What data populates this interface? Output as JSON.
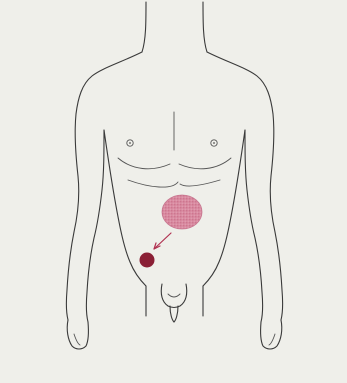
{
  "figure": {
    "subject": "male-torso-anterior-view",
    "page_background": "#efefea",
    "line_color": "#3a3a3a"
  },
  "markers": {
    "primary_lesion": {
      "shape": "round-patch",
      "fill": "#d98aa0",
      "texture": "stippled",
      "region": "periumbilical"
    },
    "secondary_lesion": {
      "shape": "small-dot",
      "fill": "#8a1f35",
      "region": "right-lower-quadrant"
    },
    "arrow": {
      "color": "#b03050",
      "direction": "from-primary-to-secondary"
    }
  }
}
